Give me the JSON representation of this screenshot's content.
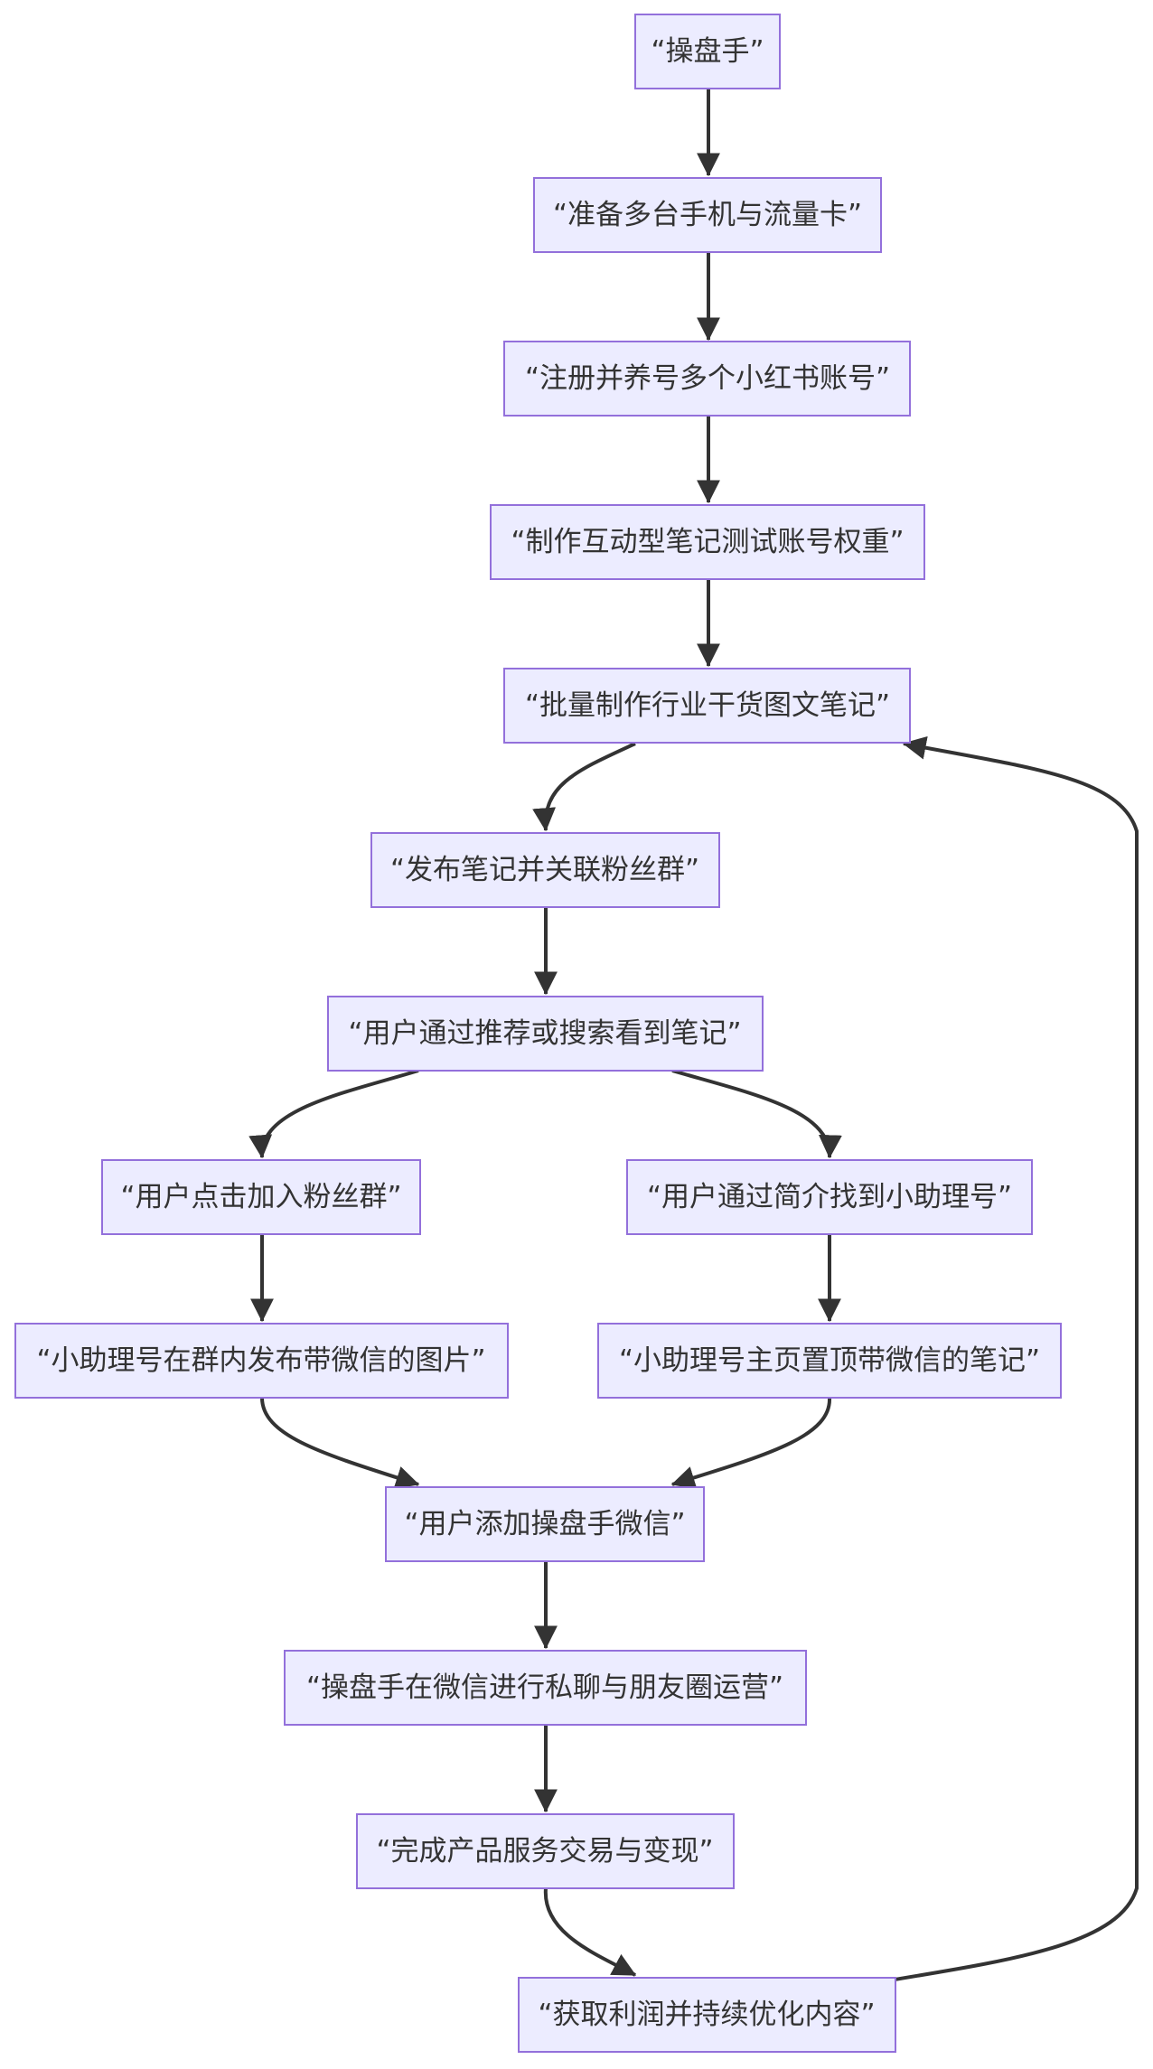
{
  "diagram": {
    "type": "flowchart",
    "colors": {
      "node_fill": "#ECECFF",
      "node_border": "#9370DB",
      "edge": "#333333",
      "text": "#333333"
    },
    "nodes": [
      {
        "id": "n1",
        "label": "“操盘手”"
      },
      {
        "id": "n2",
        "label": "“准备多台手机与流量卡”"
      },
      {
        "id": "n3",
        "label": "“注册并养号多个小红书账号”"
      },
      {
        "id": "n4",
        "label": "“制作互动型笔记测试账号权重”"
      },
      {
        "id": "n5",
        "label": "“批量制作行业干货图文笔记”"
      },
      {
        "id": "n6",
        "label": "“发布笔记并关联粉丝群”"
      },
      {
        "id": "n7",
        "label": "“用户通过推荐或搜索看到笔记”"
      },
      {
        "id": "n8",
        "label": "“用户点击加入粉丝群”"
      },
      {
        "id": "n9",
        "label": "“用户通过简介找到小助理号”"
      },
      {
        "id": "n10",
        "label": "“小助理号在群内发布带微信的图片”"
      },
      {
        "id": "n11",
        "label": "“小助理号主页置顶带微信的笔记”"
      },
      {
        "id": "n12",
        "label": "“用户添加操盘手微信”"
      },
      {
        "id": "n13",
        "label": "“操盘手在微信进行私聊与朋友圈运营”"
      },
      {
        "id": "n14",
        "label": "“完成产品服务交易与变现”"
      },
      {
        "id": "n15",
        "label": "“获取利润并持续优化内容”"
      }
    ],
    "edges": [
      {
        "from": "n1",
        "to": "n2"
      },
      {
        "from": "n2",
        "to": "n3"
      },
      {
        "from": "n3",
        "to": "n4"
      },
      {
        "from": "n4",
        "to": "n5"
      },
      {
        "from": "n5",
        "to": "n6"
      },
      {
        "from": "n6",
        "to": "n7"
      },
      {
        "from": "n7",
        "to": "n8"
      },
      {
        "from": "n7",
        "to": "n9"
      },
      {
        "from": "n8",
        "to": "n10"
      },
      {
        "from": "n9",
        "to": "n11"
      },
      {
        "from": "n10",
        "to": "n12"
      },
      {
        "from": "n11",
        "to": "n12"
      },
      {
        "from": "n12",
        "to": "n13"
      },
      {
        "from": "n13",
        "to": "n14"
      },
      {
        "from": "n14",
        "to": "n15"
      },
      {
        "from": "n15",
        "to": "n5"
      }
    ]
  }
}
